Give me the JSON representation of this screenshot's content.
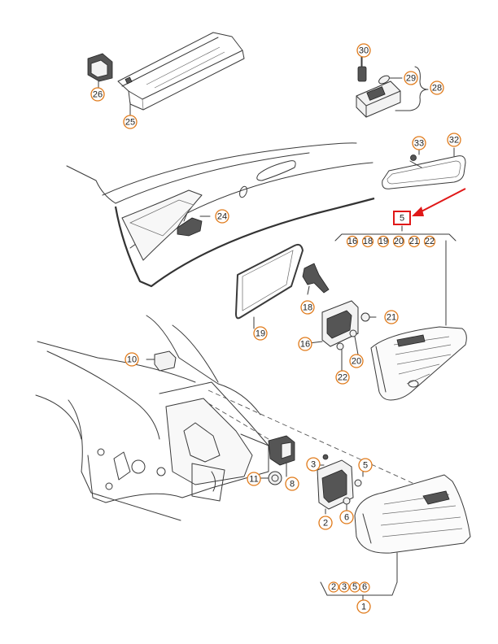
{
  "callouts": [
    {
      "id": "c26",
      "label": "26"
    },
    {
      "id": "c25",
      "label": "25"
    },
    {
      "id": "c30",
      "label": "30"
    },
    {
      "id": "c29",
      "label": "29"
    },
    {
      "id": "c28",
      "label": "28"
    },
    {
      "id": "c33",
      "label": "33"
    },
    {
      "id": "c32",
      "label": "32"
    },
    {
      "id": "c24",
      "label": "24"
    },
    {
      "id": "c18",
      "label": "18"
    },
    {
      "id": "c19",
      "label": "19"
    },
    {
      "id": "c21",
      "label": "21"
    },
    {
      "id": "c16",
      "label": "16"
    },
    {
      "id": "c20",
      "label": "20"
    },
    {
      "id": "c22",
      "label": "22"
    },
    {
      "id": "c10",
      "label": "10"
    },
    {
      "id": "c11",
      "label": "11"
    },
    {
      "id": "c8",
      "label": "8"
    },
    {
      "id": "c3",
      "label": "3"
    },
    {
      "id": "c5",
      "label": "5"
    },
    {
      "id": "c6",
      "label": "6"
    },
    {
      "id": "c2",
      "label": "2"
    },
    {
      "id": "c1",
      "label": "1"
    }
  ],
  "highlighted_part": {
    "label": "5",
    "highlight_color": "#e01818"
  },
  "group_lamp_inner": {
    "components": [
      "16",
      "18",
      "19",
      "20",
      "21",
      "22"
    ]
  },
  "group_lamp_outer": {
    "components": [
      "2",
      "3",
      "5",
      "6"
    ]
  },
  "colors": {
    "callout_ring": "#e07a1a",
    "line": "#3a3a3a",
    "highlight": "#e01818"
  }
}
